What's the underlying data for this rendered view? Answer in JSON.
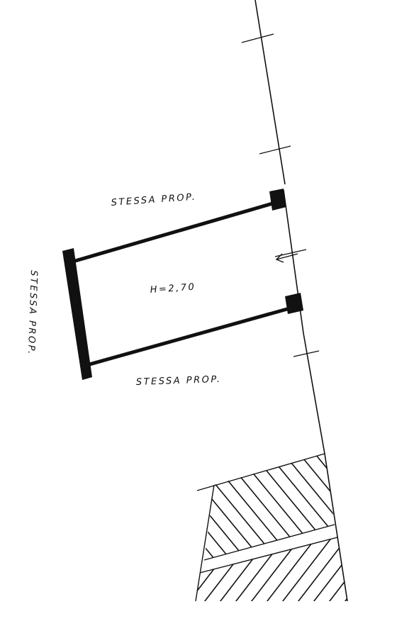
{
  "labels": {
    "top_neighbor": "STESSA PROP.",
    "left_neighbor": "STESSA PROP.",
    "bottom_neighbor": "STESSA PROP.",
    "height": "H=2,70"
  },
  "colors": {
    "ink": "#111111",
    "paper": "#ffffff"
  },
  "icons": {
    "entrance": "arrow-left-icon"
  }
}
